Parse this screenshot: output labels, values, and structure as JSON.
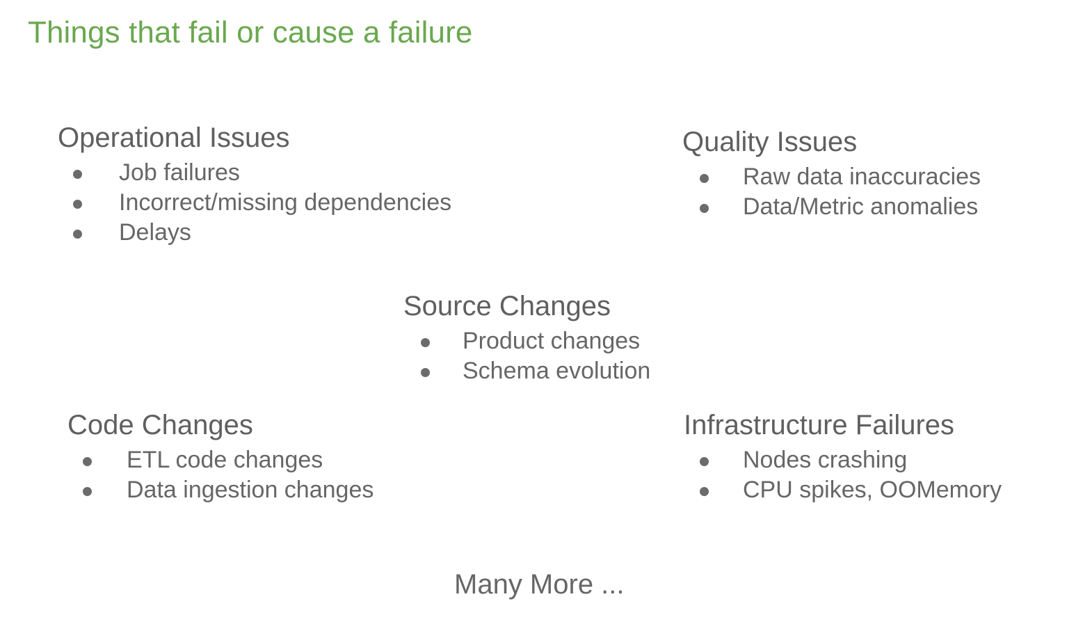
{
  "slide": {
    "title": "Things that fail or cause a failure",
    "title_color": "#6aa84f",
    "body_color": "#666666",
    "heading_color": "#5f5f5f",
    "background": "#ffffff",
    "bullet_glyph": "filled-circle"
  },
  "blocks": [
    {
      "id": "operational",
      "heading": "Operational Issues",
      "items": [
        "Job failures",
        "Incorrect/missing dependencies",
        "Delays"
      ]
    },
    {
      "id": "quality",
      "heading": "Quality Issues",
      "items": [
        "Raw data inaccuracies",
        "Data/Metric anomalies"
      ]
    },
    {
      "id": "source",
      "heading": "Source Changes",
      "items": [
        "Product changes",
        "Schema evolution"
      ]
    },
    {
      "id": "code",
      "heading": "Code Changes",
      "items": [
        "ETL code changes",
        "Data ingestion changes"
      ]
    },
    {
      "id": "infrastructure",
      "heading": "Infrastructure Failures",
      "items": [
        "Nodes crashing",
        "CPU spikes, OOMemory"
      ]
    }
  ],
  "footer": {
    "note": "Many More ..."
  }
}
